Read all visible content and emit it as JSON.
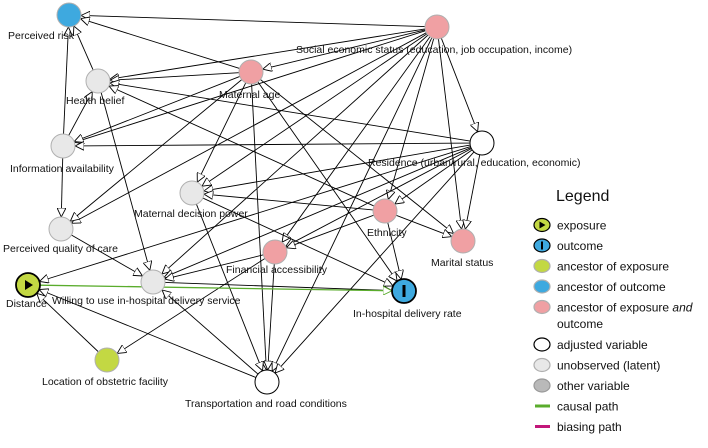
{
  "colors": {
    "exposure": "#c3d843",
    "outcome": "#3ea9df",
    "ancestor_exposure": "#c3d843",
    "ancestor_outcome": "#3ea9df",
    "ancestor_both": "#f0a0a3",
    "adjusted": "#ffffff",
    "latent": "#e8e8e8",
    "other": "#b9b9b9",
    "causal_path": "#5aac2c",
    "biasing_path": "#c2177a",
    "edge": "#000000"
  },
  "nodes": [
    {
      "id": "perceived_risk",
      "label": "Perceived risk",
      "type": "ancestor_outcome"
    },
    {
      "id": "ses",
      "label": "Social economic status (education, job occupation, income)",
      "type": "ancestor_both"
    },
    {
      "id": "maternal_age",
      "label": "Maternal age",
      "type": "ancestor_both"
    },
    {
      "id": "health_belief",
      "label": "Health belief",
      "type": "latent"
    },
    {
      "id": "info_avail",
      "label": "Information availability",
      "type": "latent"
    },
    {
      "id": "residence",
      "label": "Residence  (urban/rural, education, economic)",
      "type": "adjusted"
    },
    {
      "id": "mdp",
      "label": "Maternal decision power",
      "type": "latent"
    },
    {
      "id": "pqc",
      "label": "Perceived quality of care",
      "type": "latent"
    },
    {
      "id": "ethnicity",
      "label": "Ethnicity",
      "type": "ancestor_both"
    },
    {
      "id": "marital",
      "label": "Marital status",
      "type": "ancestor_both"
    },
    {
      "id": "finacc",
      "label": "Financial accessibility",
      "type": "ancestor_both"
    },
    {
      "id": "distance",
      "label": "Distance",
      "type": "exposure"
    },
    {
      "id": "willing",
      "label": "Willing to use in-hospital delivery service",
      "type": "latent"
    },
    {
      "id": "ihdr",
      "label": "In-hospital delivery rate",
      "type": "outcome"
    },
    {
      "id": "location",
      "label": "Location of obstetric facility",
      "type": "ancestor_exposure"
    },
    {
      "id": "transport",
      "label": "Transportation and road conditions",
      "type": "adjusted"
    }
  ],
  "edges": [
    {
      "from": "ses",
      "to": "perceived_risk"
    },
    {
      "from": "ses",
      "to": "health_belief"
    },
    {
      "from": "ses",
      "to": "maternal_age"
    },
    {
      "from": "ses",
      "to": "residence"
    },
    {
      "from": "ses",
      "to": "info_avail"
    },
    {
      "from": "ses",
      "to": "pqc"
    },
    {
      "from": "ses",
      "to": "mdp"
    },
    {
      "from": "ses",
      "to": "ethnicity"
    },
    {
      "from": "ses",
      "to": "marital"
    },
    {
      "from": "ses",
      "to": "finacc"
    },
    {
      "from": "ses",
      "to": "willing"
    },
    {
      "from": "ses",
      "to": "transport"
    },
    {
      "from": "maternal_age",
      "to": "perceived_risk"
    },
    {
      "from": "maternal_age",
      "to": "health_belief"
    },
    {
      "from": "maternal_age",
      "to": "info_avail"
    },
    {
      "from": "maternal_age",
      "to": "pqc"
    },
    {
      "from": "maternal_age",
      "to": "mdp"
    },
    {
      "from": "maternal_age",
      "to": "marital"
    },
    {
      "from": "maternal_age",
      "to": "ihdr"
    },
    {
      "from": "maternal_age",
      "to": "transport"
    },
    {
      "from": "residence",
      "to": "health_belief"
    },
    {
      "from": "residence",
      "to": "info_avail"
    },
    {
      "from": "residence",
      "to": "mdp"
    },
    {
      "from": "residence",
      "to": "ethnicity"
    },
    {
      "from": "residence",
      "to": "marital"
    },
    {
      "from": "residence",
      "to": "finacc"
    },
    {
      "from": "residence",
      "to": "willing"
    },
    {
      "from": "residence",
      "to": "transport"
    },
    {
      "from": "residence",
      "to": "distance"
    },
    {
      "from": "health_belief",
      "to": "perceived_risk"
    },
    {
      "from": "health_belief",
      "to": "willing"
    },
    {
      "from": "info_avail",
      "to": "health_belief"
    },
    {
      "from": "info_avail",
      "to": "pqc"
    },
    {
      "from": "info_avail",
      "to": "perceived_risk"
    },
    {
      "from": "pqc",
      "to": "willing"
    },
    {
      "from": "mdp",
      "to": "ihdr"
    },
    {
      "from": "mdp",
      "to": "transport"
    },
    {
      "from": "ethnicity",
      "to": "health_belief"
    },
    {
      "from": "ethnicity",
      "to": "mdp"
    },
    {
      "from": "ethnicity",
      "to": "marital"
    },
    {
      "from": "ethnicity",
      "to": "ihdr"
    },
    {
      "from": "ethnicity",
      "to": "finacc"
    },
    {
      "from": "finacc",
      "to": "willing"
    },
    {
      "from": "finacc",
      "to": "location"
    },
    {
      "from": "finacc",
      "to": "transport"
    },
    {
      "from": "willing",
      "to": "ihdr"
    },
    {
      "from": "transport",
      "to": "distance"
    },
    {
      "from": "transport",
      "to": "willing"
    },
    {
      "from": "location",
      "to": "distance"
    },
    {
      "from": "distance",
      "to": "ihdr",
      "kind": "causal"
    }
  ],
  "legend": {
    "title": "Legend",
    "items": [
      {
        "key": "exposure",
        "label": "exposure",
        "glyph": "exposure"
      },
      {
        "key": "outcome",
        "label": "outcome",
        "glyph": "outcome"
      },
      {
        "key": "ancestor_exposure",
        "label": "ancestor of exposure",
        "glyph": "circle"
      },
      {
        "key": "ancestor_outcome",
        "label": "ancestor of outcome",
        "glyph": "circle"
      },
      {
        "key": "ancestor_both",
        "label_parts": [
          "ancestor of exposure ",
          "and"
        ],
        "label_line2": "outcome",
        "glyph": "circle"
      },
      {
        "key": "adjusted",
        "label": "adjusted variable",
        "glyph": "circle"
      },
      {
        "key": "latent",
        "label": "unobserved (latent)",
        "glyph": "circle"
      },
      {
        "key": "other",
        "label": "other variable",
        "glyph": "circle"
      },
      {
        "key": "causal_path",
        "label": "causal path",
        "glyph": "line"
      },
      {
        "key": "biasing_path",
        "label": "biasing path",
        "glyph": "line"
      }
    ]
  }
}
